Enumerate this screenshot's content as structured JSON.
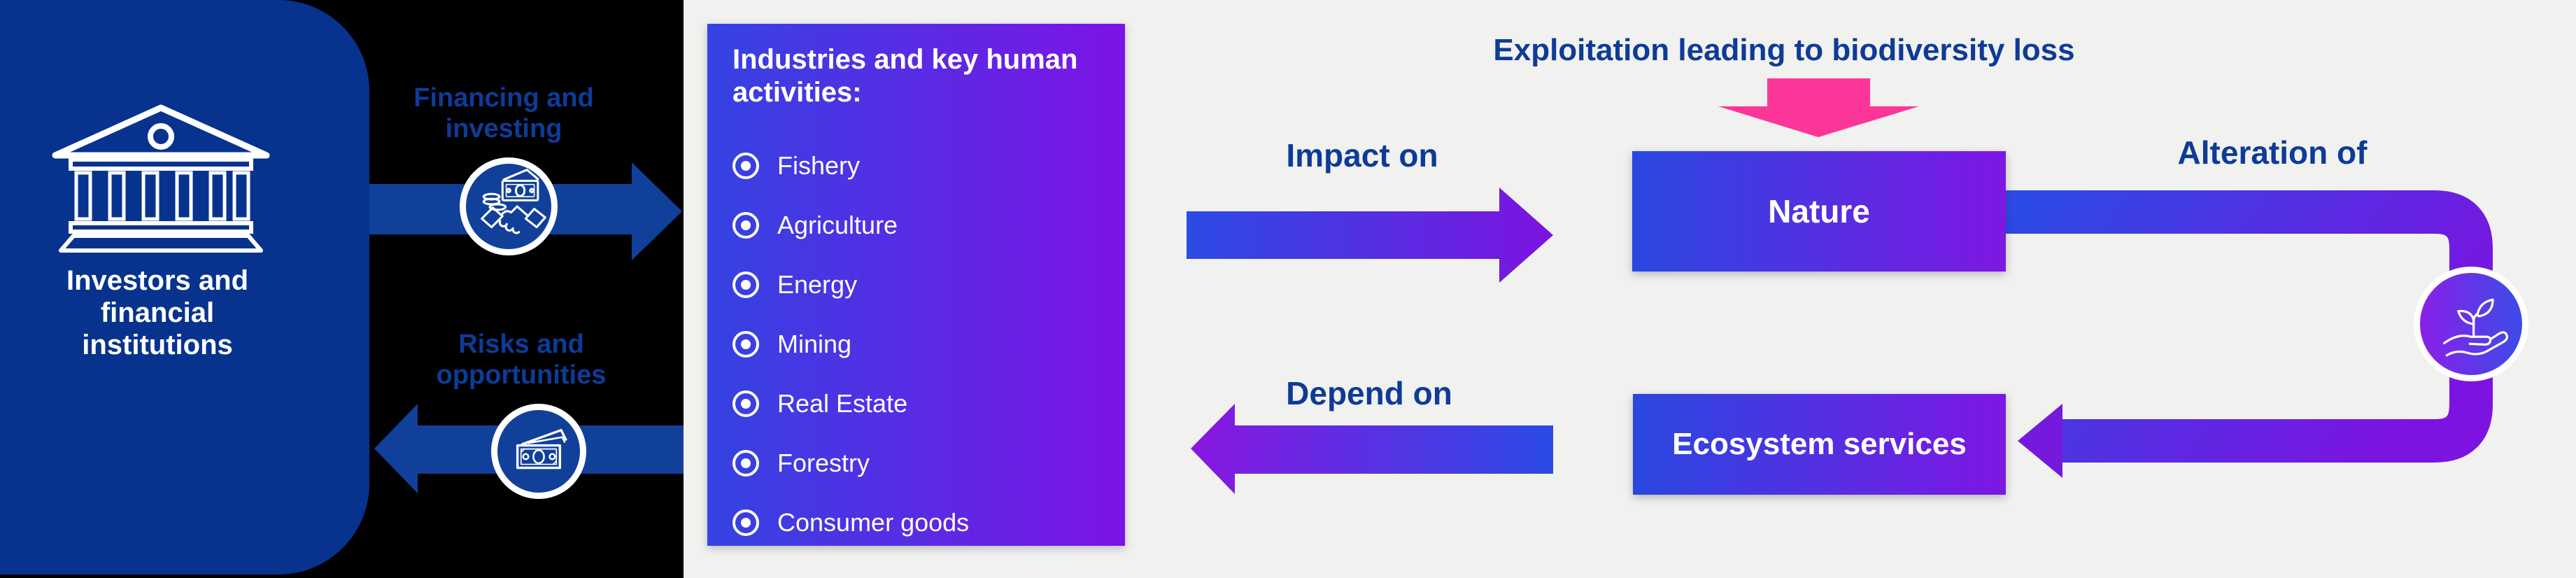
{
  "left_panel": {
    "label": "Investors and financial institutions",
    "icon": "bank-icon"
  },
  "flows": {
    "financing_label": "Financing and investing",
    "risks_label": "Risks and opportunities",
    "impact_label": "Impact on",
    "depend_label": "Depend on",
    "alteration_label": "Alteration of",
    "exploitation_label": "Exploitation leading to biodiversity loss"
  },
  "industries": {
    "title": "Industries and key human activities:",
    "items": [
      "Fishery",
      "Agriculture",
      "Energy",
      "Mining",
      "Real Estate",
      "Forestry",
      "Consumer goods"
    ]
  },
  "nodes": {
    "nature": "Nature",
    "ecosystem": "Ecosystem services"
  },
  "icons": {
    "financing": "handshake-money-icon",
    "risks": "banknotes-icon",
    "alteration": "plant-in-hand-icon"
  },
  "colors": {
    "background_left": "#000000",
    "background_right": "#f1f1ef",
    "investor_box_blue": "#07338e",
    "dark_arrow_blue": "#11409a",
    "label_navy": "#0e3b97",
    "gradient_blue": "#2b4be4",
    "gradient_purple": "#7d13e0",
    "pink": "#fc3699",
    "white": "#ffffff"
  }
}
